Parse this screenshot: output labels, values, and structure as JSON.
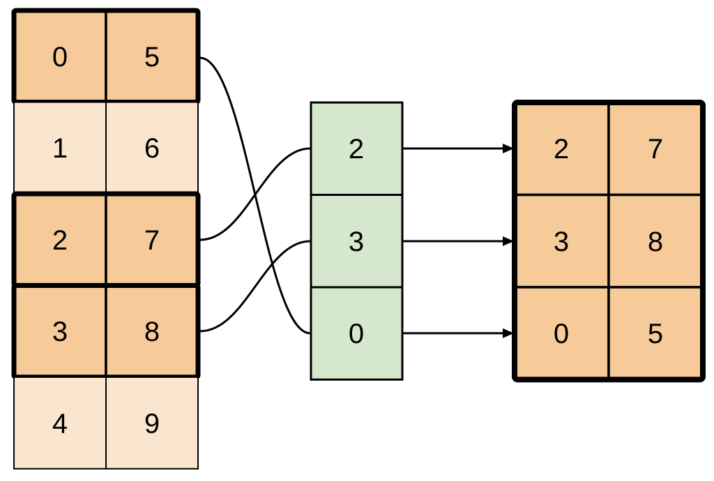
{
  "diagram": {
    "description_visible": "",
    "colors": {
      "background": "#FFFFFF",
      "stroke": "#000000",
      "highlight_fill": "#F6CA99",
      "muted_fill": "#FAE6CF",
      "index_fill": "#D5E8CE"
    },
    "source_table": {
      "columns": 2,
      "rows": [
        {
          "cells": [
            "0",
            "5"
          ],
          "highlighted": true
        },
        {
          "cells": [
            "1",
            "6"
          ],
          "highlighted": false
        },
        {
          "cells": [
            "2",
            "7"
          ],
          "highlighted": true
        },
        {
          "cells": [
            "3",
            "8"
          ],
          "highlighted": true
        },
        {
          "cells": [
            "4",
            "9"
          ],
          "highlighted": false
        }
      ]
    },
    "index_column": {
      "cells": [
        "2",
        "3",
        "0"
      ]
    },
    "result_table": {
      "columns": 2,
      "rows": [
        {
          "cells": [
            "2",
            "7"
          ]
        },
        {
          "cells": [
            "3",
            "8"
          ]
        },
        {
          "cells": [
            "0",
            "5"
          ]
        }
      ]
    },
    "curve_links": [
      {
        "source_row": 0,
        "index_position": 2
      },
      {
        "source_row": 2,
        "index_position": 0
      },
      {
        "source_row": 3,
        "index_position": 1
      }
    ],
    "arrow_links": [
      {
        "index_position": 0,
        "result_row": 0
      },
      {
        "index_position": 1,
        "result_row": 1
      },
      {
        "index_position": 2,
        "result_row": 2
      }
    ],
    "icons": {
      "arrow": "arrow-right"
    }
  }
}
